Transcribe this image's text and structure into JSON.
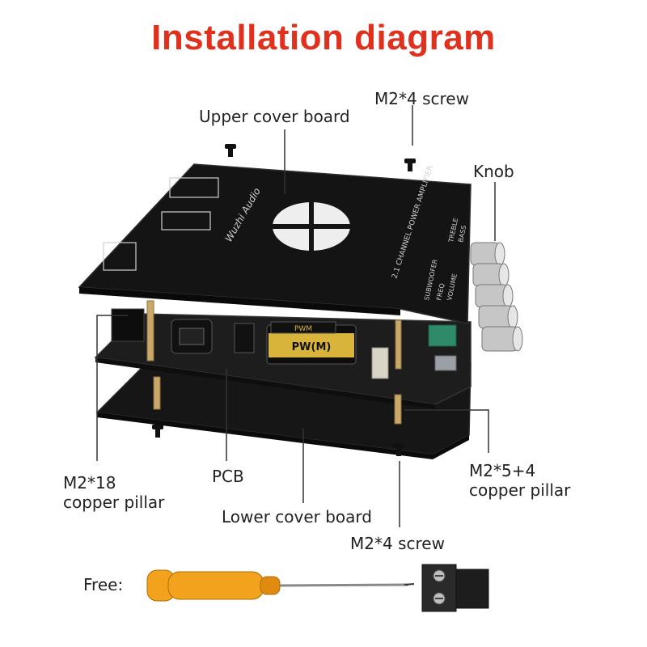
{
  "title": "Installation diagram",
  "labels": {
    "upper_cover_board": "Upper cover board",
    "m2_4_screw_top": "M2*4 screw",
    "knob": "Knob",
    "m2_18_pillar_line1": "M2*18",
    "m2_18_pillar_line2": "copper pillar",
    "pcb": "PCB",
    "lower_cover_board": "Lower cover board",
    "m2_5_4_pillar_line1": "M2*5+4",
    "m2_5_4_pillar_line2": "copper pillar",
    "m2_4_screw_bottom": "M2*4 screw",
    "free": "Free:"
  },
  "board_text": {
    "capacitor": "PW(M)",
    "capacitor_small": "PWM",
    "controls": [
      "SUBWOOFER",
      "FREQ",
      "VOLUME",
      "TREBLE",
      "BASS"
    ],
    "model": "2.1 CHANNEL POWER AMPLIFIER",
    "brand": "Wuzhi Audio"
  },
  "colors": {
    "title": "#e0301e",
    "board": "#141414",
    "leader_line": "#333333",
    "screwdriver_handle": "#f2a21c",
    "terminal_block": "#2a2a2a",
    "capacitor_gold": "#d8b53a",
    "pillar_brass": "#c9a86a"
  }
}
